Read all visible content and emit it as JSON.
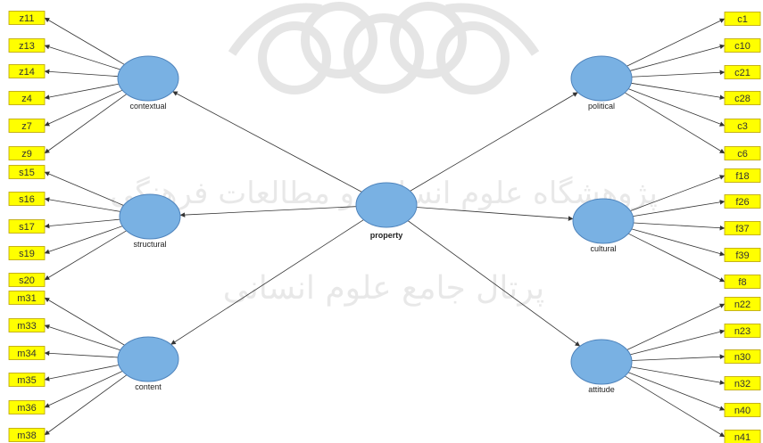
{
  "diagram": {
    "center": {
      "id": "property",
      "label": "property"
    },
    "latent_variables": [
      {
        "id": "contextual",
        "label": "contextual",
        "indicators": [
          "z11",
          "z13",
          "z14",
          "z4",
          "z7",
          "z9"
        ]
      },
      {
        "id": "structural",
        "label": "structural",
        "indicators": [
          "s15",
          "s16",
          "s17",
          "s19",
          "s20"
        ]
      },
      {
        "id": "content",
        "label": "content",
        "indicators": [
          "m31",
          "m33",
          "m34",
          "m35",
          "m36",
          "m38"
        ]
      },
      {
        "id": "political",
        "label": "political",
        "indicators": [
          "c1",
          "c10",
          "c21",
          "c28",
          "c3",
          "c6"
        ]
      },
      {
        "id": "cultural",
        "label": "cultural",
        "indicators": [
          "f18",
          "f26",
          "f37",
          "f39",
          "f8"
        ]
      },
      {
        "id": "attitude",
        "label": "attitude",
        "indicators": [
          "n22",
          "n23",
          "n30",
          "n32",
          "n40",
          "n41"
        ]
      }
    ],
    "watermark": {
      "line1": "پژوهشگاه علوم انسانی و مطالعات فرهنگی",
      "line2": "پرتال جامع علوم انسانی"
    },
    "colors": {
      "indicator_fill": "#ffff00",
      "indicator_border": "#b8a000",
      "construct_fill": "#79b1e3",
      "construct_border": "#4f84bc",
      "arrow": "#333333"
    }
  }
}
